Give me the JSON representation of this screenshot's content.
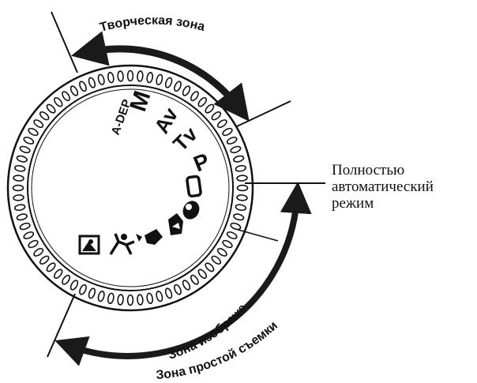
{
  "dial": {
    "modes": [
      "A-DEP",
      "M",
      "Av",
      "Tv",
      "P",
      "□"
    ],
    "scene_icons": [
      "close-up-icon",
      "sports-icon",
      "night-portrait-icon",
      "landscape-icon",
      "portrait-icon"
    ]
  },
  "labels": {
    "creative_zone": "Творческая зона",
    "full_auto_line1": "Полностью",
    "full_auto_line2": "автоматический",
    "full_auto_line3": "режим",
    "image_zone": "Зона изображений",
    "basic_zone": "Зона простой съемки"
  },
  "colors": {
    "ink": "#111111",
    "arrow": "#1a1a1a",
    "paper": "#ffffff"
  }
}
